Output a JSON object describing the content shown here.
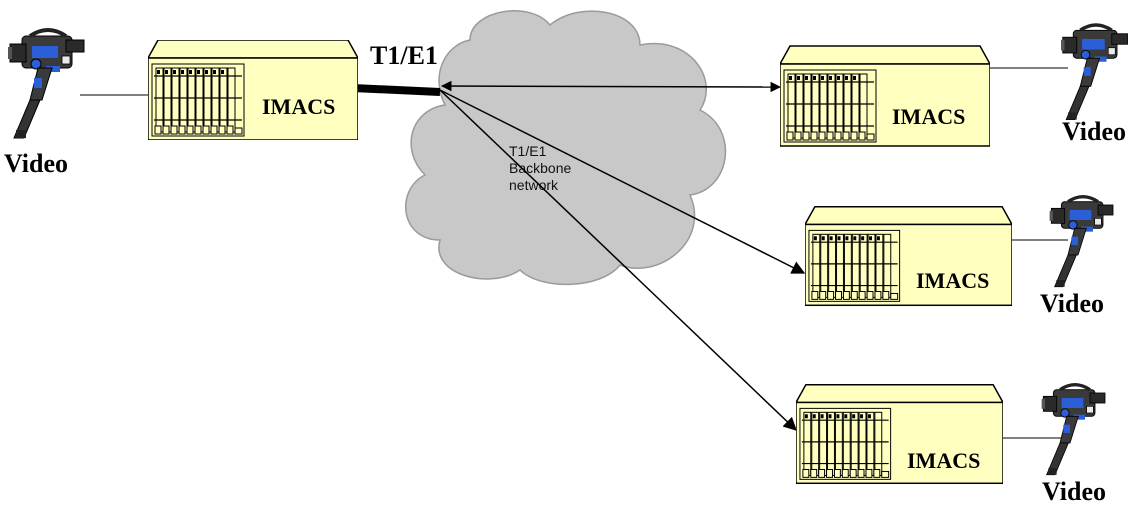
{
  "colors": {
    "chassis": "#ffffc0",
    "cloud": "#c8c8c8",
    "camera_body": "#3a3a3a",
    "camera_accent": "#2a5fd8",
    "line": "#000000"
  },
  "link": {
    "label": "T1/E1"
  },
  "network": {
    "line1": "T1/E1",
    "line2": "Backbone",
    "line3": "network"
  },
  "nodes": {
    "source": {
      "device_label": "IMACS",
      "video_label": "Video"
    },
    "dest1": {
      "device_label": "IMACS",
      "video_label": "Video"
    },
    "dest2": {
      "device_label": "IMACS",
      "video_label": "Video"
    },
    "dest3": {
      "device_label": "IMACS",
      "video_label": "Video"
    }
  },
  "icons": {
    "camera": "video-camera-icon",
    "chassis": "imacs-chassis-icon",
    "cloud": "network-cloud-icon"
  }
}
